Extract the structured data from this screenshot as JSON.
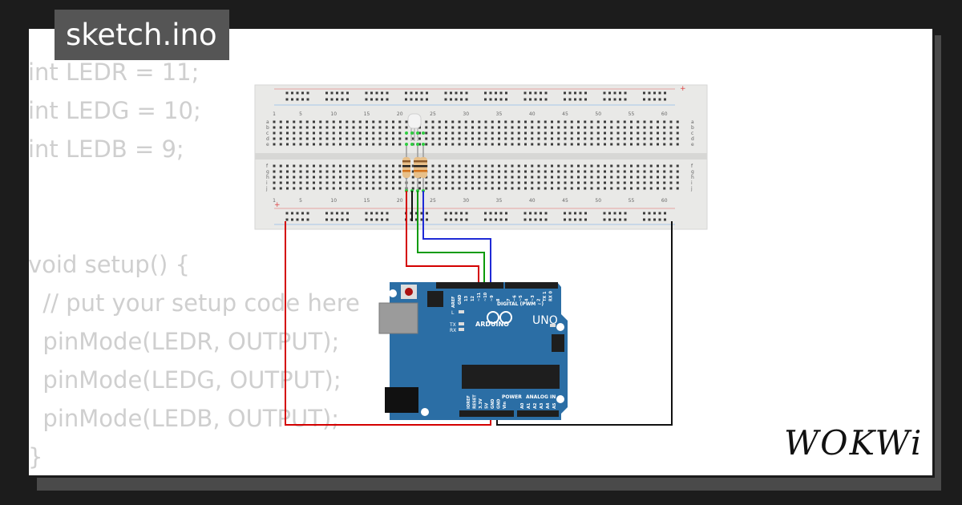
{
  "filename": "sketch.ino",
  "code_lines": [
    "int LEDR = 11;",
    "int LEDG = 10;",
    "int LEDB = 9;",
    "",
    "",
    "void setup() {",
    "  // put your setup code here",
    "  pinMode(LEDR, OUTPUT);",
    "  pinMode(LEDG, OUTPUT);",
    "  pinMode(LEDB, OUTPUT);",
    "}"
  ],
  "breadboard": {
    "top_numbers": [
      "1",
      "5",
      "10",
      "15",
      "20",
      "25",
      "30",
      "35",
      "40",
      "45",
      "50",
      "55",
      "60"
    ],
    "row_letters_top": [
      "a",
      "b",
      "c",
      "d",
      "e"
    ],
    "row_letters_bottom": [
      "f",
      "g",
      "h",
      "i",
      "j"
    ],
    "plus_label": "+",
    "minus_label": "-"
  },
  "arduino": {
    "brand": "ARDUINO",
    "model": "UNO",
    "digital_label": "DIGITAL (PWM ~)",
    "power_label": "POWER",
    "analog_label": "ANALOG IN",
    "on_label": "ON",
    "l_label": "L",
    "tx_label": "TX",
    "rx_label": "RX",
    "aref_label": "AREF",
    "gnd_label": "GND",
    "pin_labels": [
      "13",
      "12",
      "~11",
      "~10",
      "~9",
      "8",
      "7",
      "~6",
      "~5",
      "4",
      "~3",
      "2",
      "TX 1",
      "RX 0"
    ],
    "power_pins": [
      "IOREF",
      "RESET",
      "3.3V",
      "5V",
      "GND",
      "GND",
      "Vin"
    ],
    "analog_pins": [
      "A0",
      "A1",
      "A2",
      "A3",
      "A4",
      "A5"
    ]
  },
  "logo": "WOKWi",
  "colors": {
    "wire_red": "#d40000",
    "wire_green": "#0a9b0a",
    "wire_blue": "#1f2ad6",
    "wire_black": "#111111",
    "arduino_blue": "#2b6ea5",
    "breadboard": "#e8e8e6"
  }
}
